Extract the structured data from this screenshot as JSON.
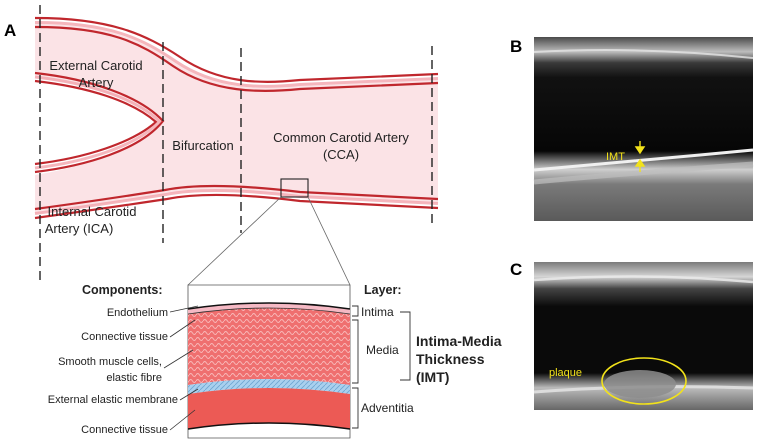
{
  "panels": {
    "a": "A",
    "b": "B",
    "c": "C"
  },
  "artery": {
    "eca": [
      "External Carotid",
      "Artery"
    ],
    "ica": [
      "Internal Carotid",
      "Artery (ICA)"
    ],
    "bifurcation": "Bifurcation",
    "cca": [
      "Common Carotid Artery",
      "(CCA)"
    ]
  },
  "headers": {
    "components": "Components:",
    "layer": "Layer:"
  },
  "components": [
    "Endothelium",
    "Connective tissue",
    "Smooth muscle cells,",
    "elastic fibre",
    "External elastic membrane",
    "Connective tissue"
  ],
  "layers": {
    "intima": "Intima",
    "media": "Media",
    "adventitia": "Adventitia"
  },
  "imt": [
    "Intima-Media",
    "Thickness",
    "(IMT)"
  ],
  "ultrasound": {
    "imt_label": "IMT",
    "plaque_label": "plaque"
  },
  "colors": {
    "wall": "#c0272d",
    "lumen": "#fbe3e6",
    "intima": "#f5b9c4",
    "media": "#ef6a6a",
    "elastic": "#a9d0ee",
    "adventitia": "#ec5a55",
    "annotation": "#f2e21a"
  }
}
